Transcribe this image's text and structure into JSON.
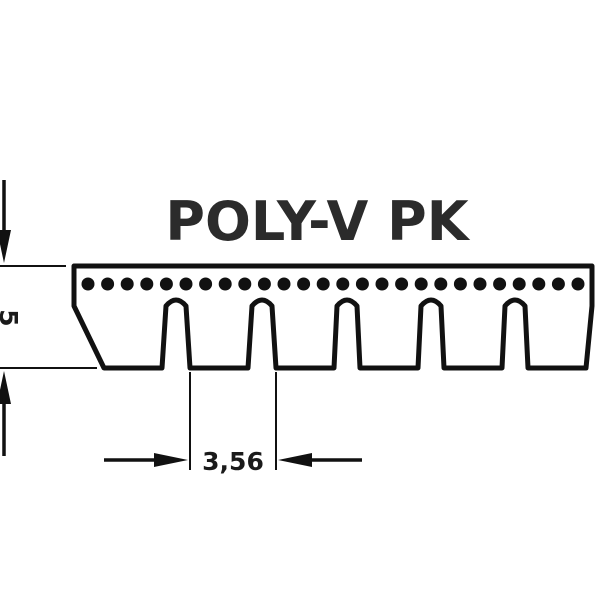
{
  "diagram": {
    "title": "POLY-V PK",
    "height_label": "5",
    "pitch_label": "3,56",
    "rib_count": 6,
    "cord_count": 26,
    "colors": {
      "ink": "#111111",
      "title": "#2b2b2b",
      "background": "#ffffff"
    }
  }
}
